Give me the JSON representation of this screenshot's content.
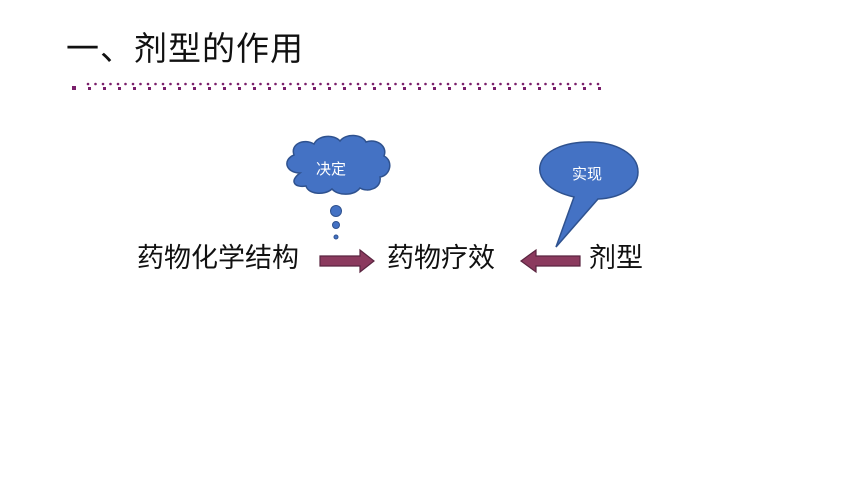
{
  "slide": {
    "title": "一、剂型的作用",
    "accent_color": "#7a1f6b",
    "shape_fill": "#4472c4",
    "arrow_fill": "#8b3a5e"
  },
  "diagram": {
    "node_structure": "药物化学结构",
    "node_efficacy": "药物疗效",
    "node_dosage_form": "剂型",
    "cloud_label": "决定",
    "bubble_label": "实现"
  }
}
